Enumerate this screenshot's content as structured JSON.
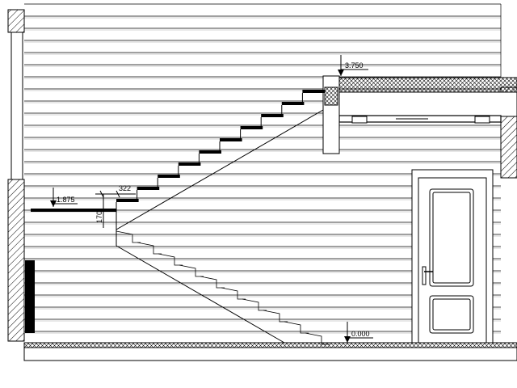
{
  "levels": {
    "ground": "0.000",
    "landing": "1.875",
    "upper_floor": "3.750"
  },
  "dimensions": {
    "tread": "322",
    "riser": "170"
  },
  "colors": {
    "line": "#000000",
    "background": "#ffffff",
    "hatch": "#000000"
  },
  "icons": {
    "level_marker": "level-arrow-icon",
    "door_handle": "door-handle-icon"
  }
}
